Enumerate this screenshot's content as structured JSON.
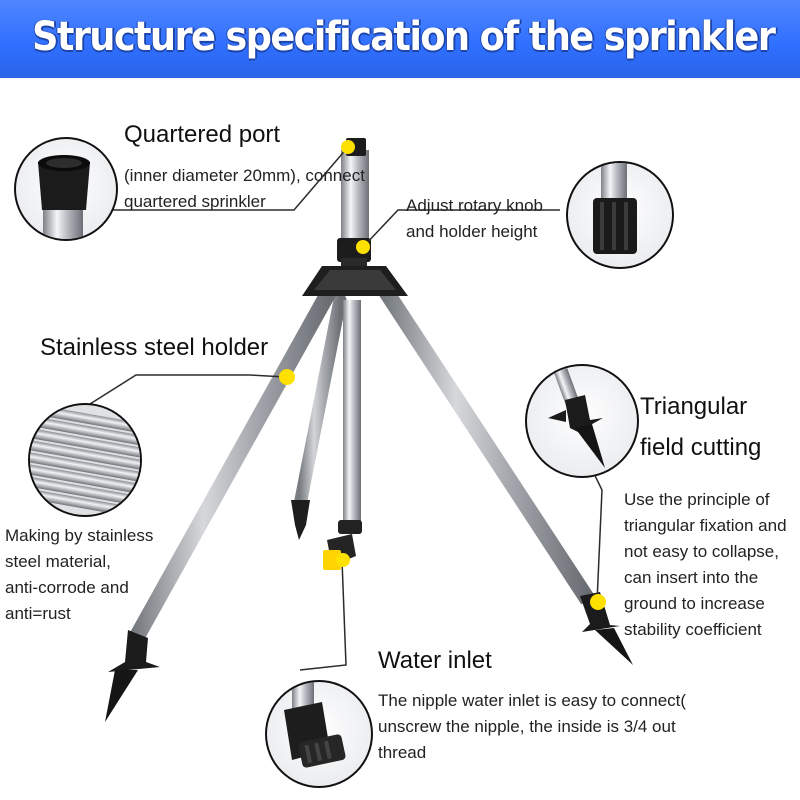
{
  "title": "Structure specification of the sprinkler",
  "labels": {
    "quartered_port": {
      "heading": "Quartered port",
      "lines": [
        "(inner diameter 20mm), connect",
        "quartered sprinkler"
      ]
    },
    "rotary_knob": {
      "lines": [
        "Adjust rotary knob",
        "and holder height"
      ]
    },
    "steel_holder": {
      "heading": "Stainless steel holder",
      "lines": [
        "Making by stainless",
        "steel material,",
        "anti-corrode and",
        "anti=rust"
      ]
    },
    "triangular": {
      "heading_lines": [
        "Triangular",
        "field cutting"
      ],
      "lines": [
        "Use the principle of",
        "triangular fixation and",
        "not easy to collapse,",
        "can insert into the",
        "ground to increase",
        "stability coefficient"
      ]
    },
    "water_inlet": {
      "heading": "Water inlet",
      "lines": [
        "The nipple water inlet is easy to connect(",
        "unscrew the nipple, the inside is 3/4 out",
        "thread"
      ]
    }
  },
  "colors": {
    "banner": "#2f6fff",
    "marker": "#ffe100",
    "steel": "#c9ccd1",
    "plastic": "#1a1a1a"
  },
  "icons": [
    "quartered-port-closeup-icon",
    "rotary-knob-closeup-icon",
    "steel-tubes-closeup-icon",
    "spike-closeup-icon",
    "nipple-closeup-icon"
  ]
}
